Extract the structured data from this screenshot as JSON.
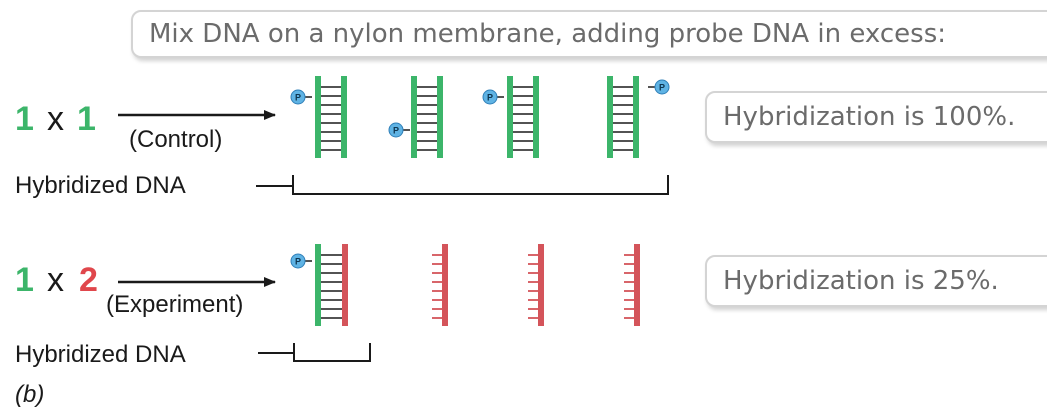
{
  "callouts": {
    "mix": "Mix DNA on a nylon membrane, adding probe DNA in excess:",
    "control_result": "Hybridization is 100%.",
    "experiment_result": "Hybridization is 25%."
  },
  "control": {
    "left_num": "1",
    "times": "x",
    "right_num": "1",
    "arrow_label": "(Control)",
    "hybridized_label": "Hybridized DNA"
  },
  "experiment": {
    "left_num": "1",
    "times": "x",
    "right_num": "2",
    "arrow_label": "(Experiment)",
    "hybridized_label": "Hybridized DNA"
  },
  "phosphate_label": "P",
  "panel_label": "(b)",
  "colors": {
    "green": "#3cb56a",
    "red": "#e0474c",
    "strand_red": "#d4545a",
    "phosphate_fill": "#5fb3e4",
    "phosphate_stroke": "#2f7fb8",
    "callout_text": "#6b6b6b"
  }
}
